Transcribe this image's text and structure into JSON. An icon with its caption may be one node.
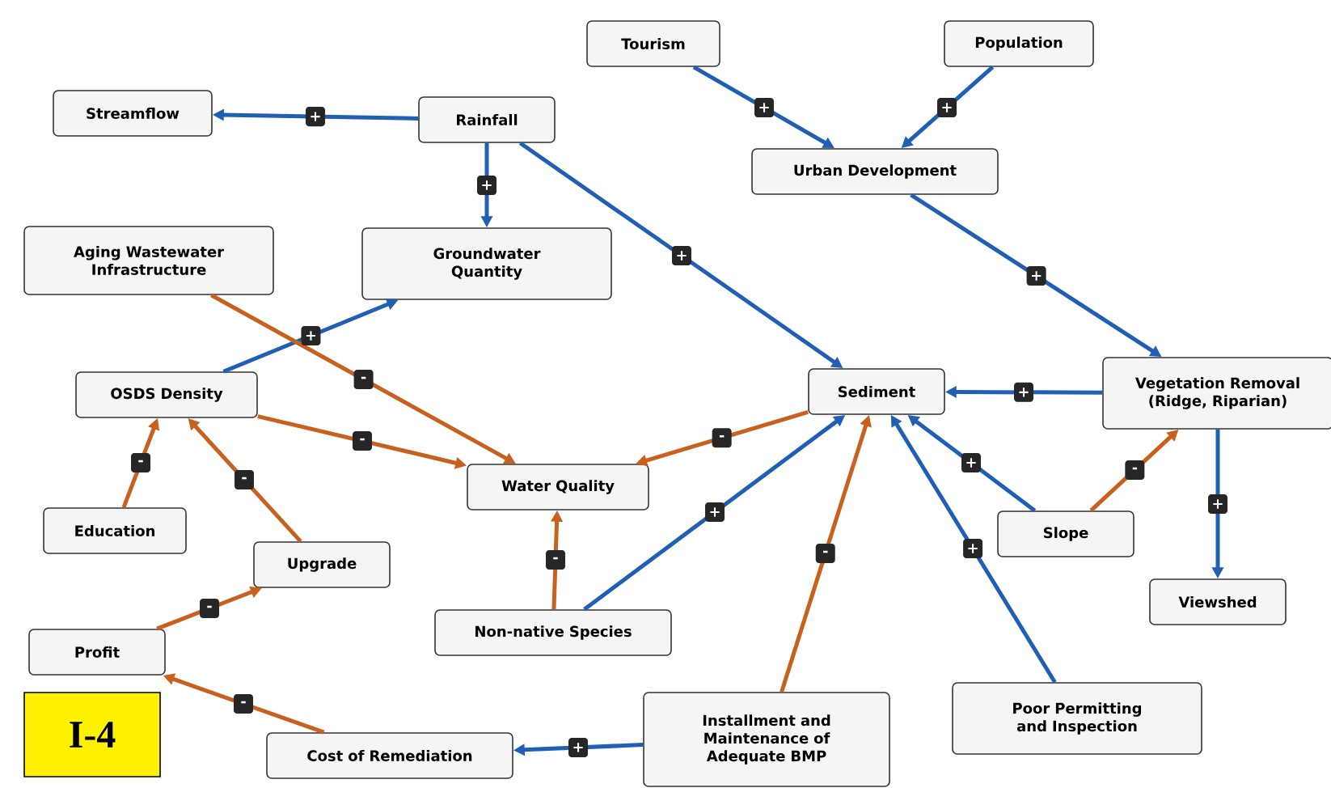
{
  "diagram": {
    "nodes": [
      {
        "text": [
          "Streamflow"
        ]
      },
      {
        "text": [
          "Rainfall"
        ]
      },
      {
        "text": [
          "Tourism"
        ]
      },
      {
        "text": [
          "Population"
        ]
      },
      {
        "text": [
          "Urban Development"
        ]
      },
      {
        "text": [
          "Aging Wastewater Infrastructure"
        ]
      },
      {
        "text": [
          "Groundwater Quantity"
        ]
      },
      {
        "text": [
          "OSDS Density"
        ]
      },
      {
        "text": [
          "Sediment"
        ]
      },
      {
        "text": [
          "Vegetation Removal (Ridge, Riparian)"
        ]
      },
      {
        "text": [
          "Water Quality"
        ]
      },
      {
        "text": [
          "Education"
        ]
      },
      {
        "text": [
          "Upgrade"
        ]
      },
      {
        "text": [
          "Slope"
        ]
      },
      {
        "text": [
          "Viewshed"
        ]
      },
      {
        "text": [
          "Non-native Species"
        ]
      },
      {
        "text": [
          "Profit"
        ]
      },
      {
        "text": [
          "Installment and Maintenance of Adequate BMP"
        ]
      },
      {
        "text": [
          "Poor Permitting and Inspection"
        ]
      },
      {
        "text": [
          "Cost of Remediation"
        ]
      }
    ],
    "edges": [
      {
        "from": 1,
        "to": 0,
        "arrow": "to",
        "label": "+"
      },
      {
        "from": 1,
        "to": 6,
        "arrow": "to",
        "label": "+"
      },
      {
        "from": 1,
        "to": 8,
        "arrow": "to",
        "label": "+"
      },
      {
        "from": 2,
        "to": 4,
        "arrow": "to",
        "label": "+"
      },
      {
        "from": 3,
        "to": 4,
        "arrow": "to",
        "label": "+"
      },
      {
        "from": 4,
        "to": 9,
        "arrow": "to",
        "label": "+"
      },
      {
        "from": 7,
        "to": 6,
        "arrow": "to",
        "label": "+"
      },
      {
        "from": 5,
        "to": 10,
        "arrow": "to",
        "label": "-",
        "color": "#c8601e"
      },
      {
        "from": 7,
        "to": 10,
        "arrow": "to",
        "label": "-",
        "color": "#c8601e"
      },
      {
        "from": 8,
        "to": 10,
        "arrow": "to",
        "label": "-",
        "color": "#c8601e"
      },
      {
        "from": 9,
        "to": 8,
        "arrow": "to",
        "label": "+"
      },
      {
        "from": 11,
        "to": 7,
        "arrow": "to",
        "label": "-",
        "color": "#c8601e"
      },
      {
        "from": 12,
        "to": 7,
        "arrow": "to",
        "label": "-",
        "color": "#c8601e"
      },
      {
        "from": 15,
        "to": 10,
        "arrow": "to",
        "label": "-",
        "color": "#c8601e"
      },
      {
        "from": 15,
        "to": 8,
        "arrow": "to",
        "label": "+"
      },
      {
        "from": 17,
        "to": 8,
        "arrow": "to",
        "label": "-",
        "color": "#c8601e"
      },
      {
        "from": 18,
        "to": 8,
        "arrow": "to",
        "label": "+"
      },
      {
        "from": 13,
        "to": 8,
        "arrow": "to",
        "label": "+"
      },
      {
        "from": 13,
        "to": 9,
        "arrow": "to",
        "label": "-",
        "color": "#c8601e"
      },
      {
        "from": 9,
        "to": 14,
        "arrow": "to",
        "label": "+"
      },
      {
        "from": 16,
        "to": 12,
        "arrow": "to",
        "label": "-",
        "color": "#c8601e"
      },
      {
        "from": 19,
        "to": 16,
        "arrow": "to",
        "label": "-",
        "color": "#c8601e"
      },
      {
        "from": 17,
        "to": 19,
        "arrow": "to",
        "label": "+"
      }
    ],
    "labels": [
      "I-4"
    ]
  }
}
